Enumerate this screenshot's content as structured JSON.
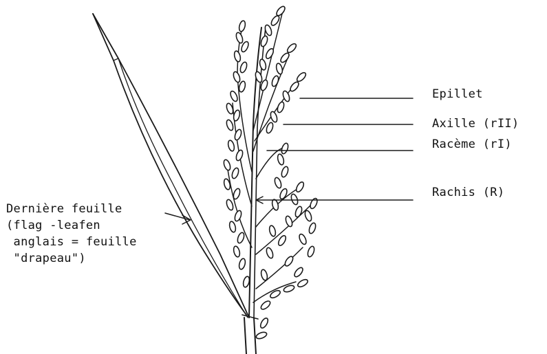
{
  "labels": {
    "epillet": "Epillet",
    "axille": "Axille (rII)",
    "raceme": "Racème (rI)",
    "rachis": "Rachis (R)",
    "flag_leaf_lines": [
      "Dernière feuille",
      "(flag -leafen",
      " anglais = feuille",
      " \"drapeau\")"
    ]
  },
  "colors": {
    "ink": "#1a1a1a",
    "background": "#ffffff"
  }
}
